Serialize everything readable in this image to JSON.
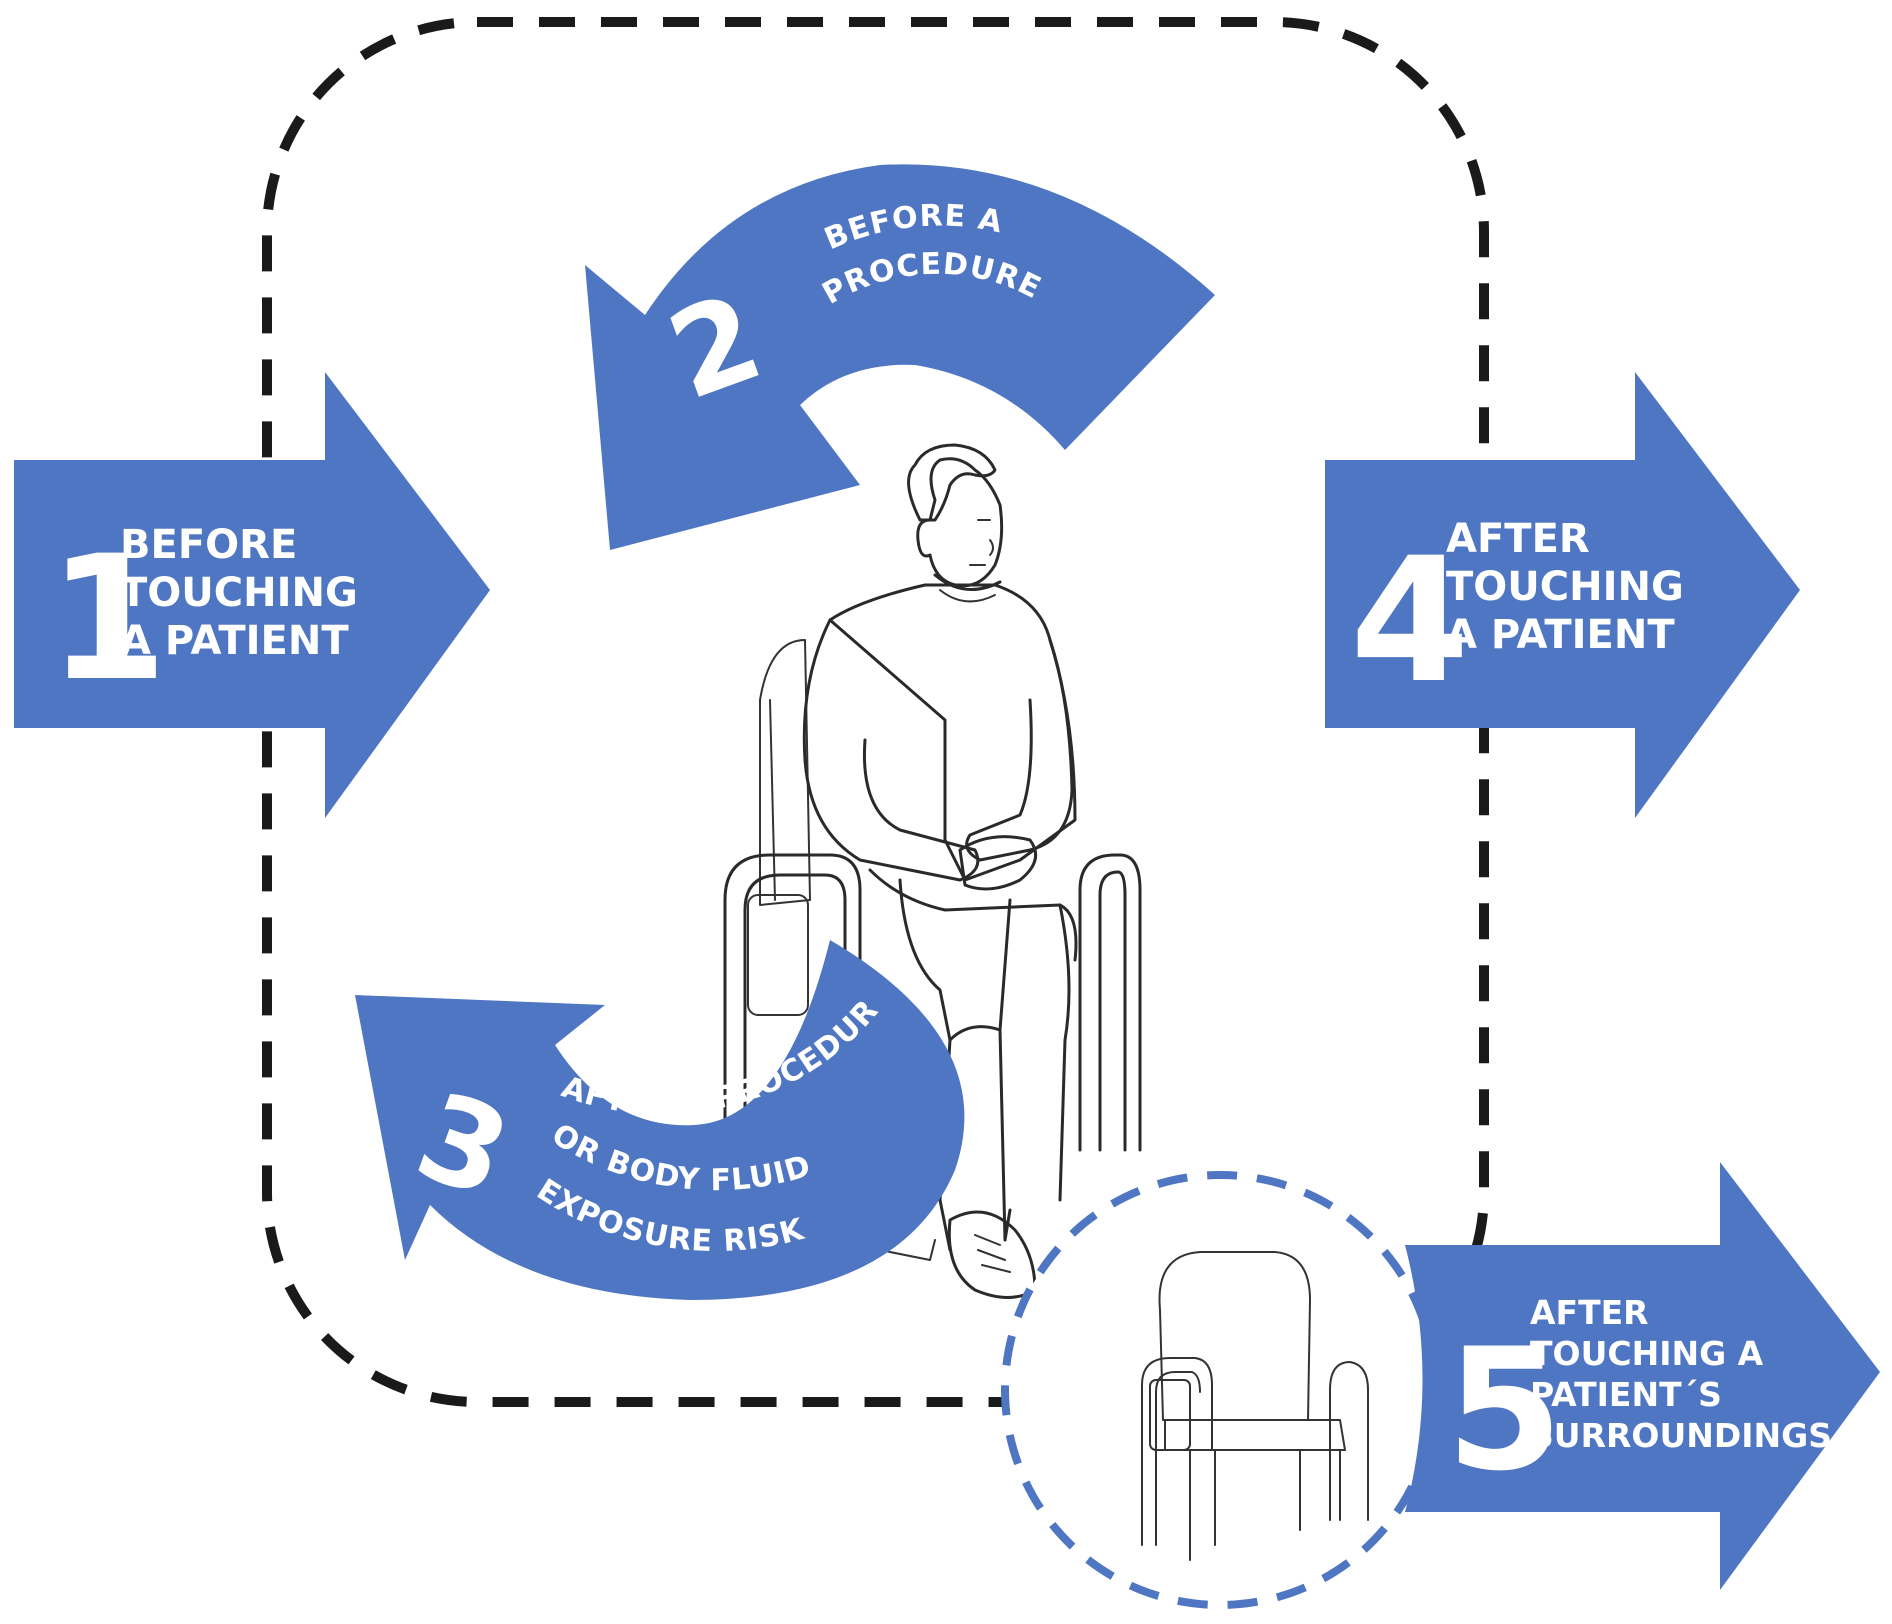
{
  "colors": {
    "arrow_fill": "#4f76c3",
    "outer_zone_dash": "#1a1a1a",
    "surroundings_dash": "#4f76c3",
    "text": "#ffffff"
  },
  "moments": [
    {
      "number": "1",
      "lines": [
        "BEFORE",
        "TOUCHING",
        "A PATIENT"
      ]
    },
    {
      "number": "2",
      "lines": [
        "BEFORE A",
        "PROCEDURE"
      ]
    },
    {
      "number": "3",
      "lines": [
        "AFTER A PROCEDURE",
        "OR BODY FLUID",
        "EXPOSURE RISK"
      ]
    },
    {
      "number": "4",
      "lines": [
        "AFTER",
        "TOUCHING",
        "A PATIENT"
      ]
    },
    {
      "number": "5",
      "lines": [
        "AFTER",
        "TOUCHING A",
        "PATIENT´S",
        "SURROUNDINGS"
      ]
    }
  ],
  "icons": {
    "patient": "seated-patient-illustration",
    "chair": "empty-chair-illustration"
  }
}
